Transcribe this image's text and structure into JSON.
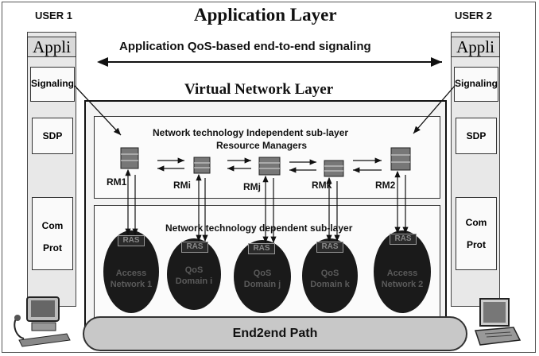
{
  "header": {
    "user1": "USER 1",
    "user2": "USER 2",
    "title": "Application Layer",
    "signaling_line": "Application QoS-based end-to-end signaling",
    "vnl_title": "Virtual Network Layer"
  },
  "user_columns": {
    "appli": "Appli",
    "signaling": "Signaling",
    "sdp": "SDP",
    "com": "Com",
    "prot": "Prot"
  },
  "independent_sublayer": {
    "line1": "Network technology Independent sub-layer",
    "line2": "Resource Managers"
  },
  "resource_managers": [
    "RM1",
    "RMi",
    "RMj",
    "RMk",
    "RM2"
  ],
  "dependent_sublayer": "Network technology dependent sub-layer",
  "domains": [
    {
      "ras": "RAS",
      "label1": "Access",
      "label2": "Network 1"
    },
    {
      "ras": "RAS",
      "label1": "QoS",
      "label2": "Domain i"
    },
    {
      "ras": "RAS",
      "label1": "QoS",
      "label2": "Domain j"
    },
    {
      "ras": "RAS",
      "label1": "QoS",
      "label2": "Domain k"
    },
    {
      "ras": "RAS",
      "label1": "Access",
      "label2": "Network 2"
    }
  ],
  "path": "End2end Path"
}
